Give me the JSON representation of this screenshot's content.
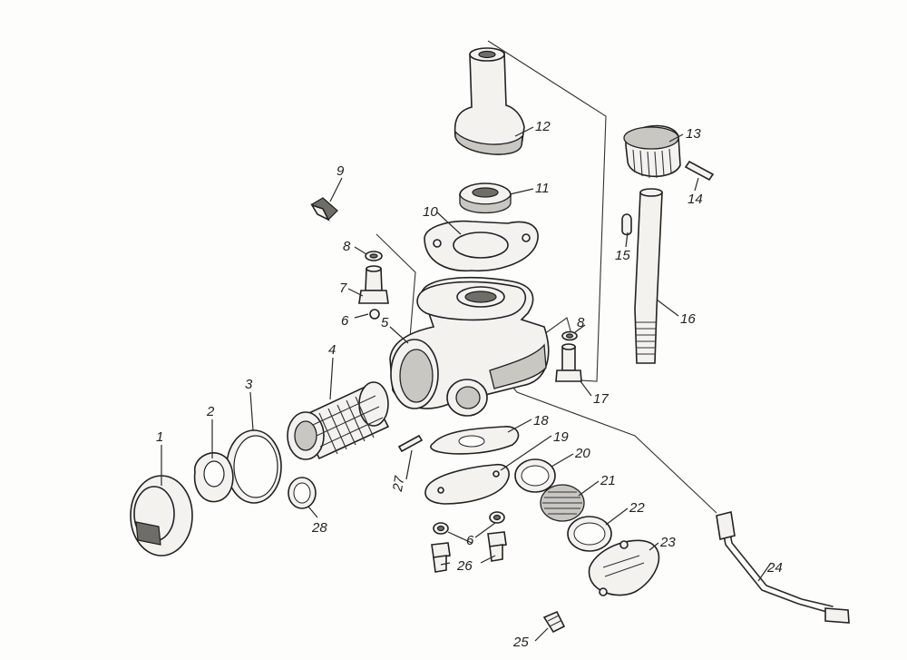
{
  "labels": {
    "l1": "1",
    "l2": "2",
    "l3": "3",
    "l4": "4",
    "l5": "5",
    "l6": "6",
    "l6b": "6",
    "l7": "7",
    "l8": "8",
    "l8b": "8",
    "l9": "9",
    "l10": "10",
    "l11": "11",
    "l12": "12",
    "l13": "13",
    "l14": "14",
    "l15": "15",
    "l16": "16",
    "l17": "17",
    "l18": "18",
    "l19": "19",
    "l20": "20",
    "l21": "21",
    "l22": "22",
    "l23": "23",
    "l24": "24",
    "l25": "25",
    "l26": "26",
    "l27": "27",
    "l28": "28"
  }
}
